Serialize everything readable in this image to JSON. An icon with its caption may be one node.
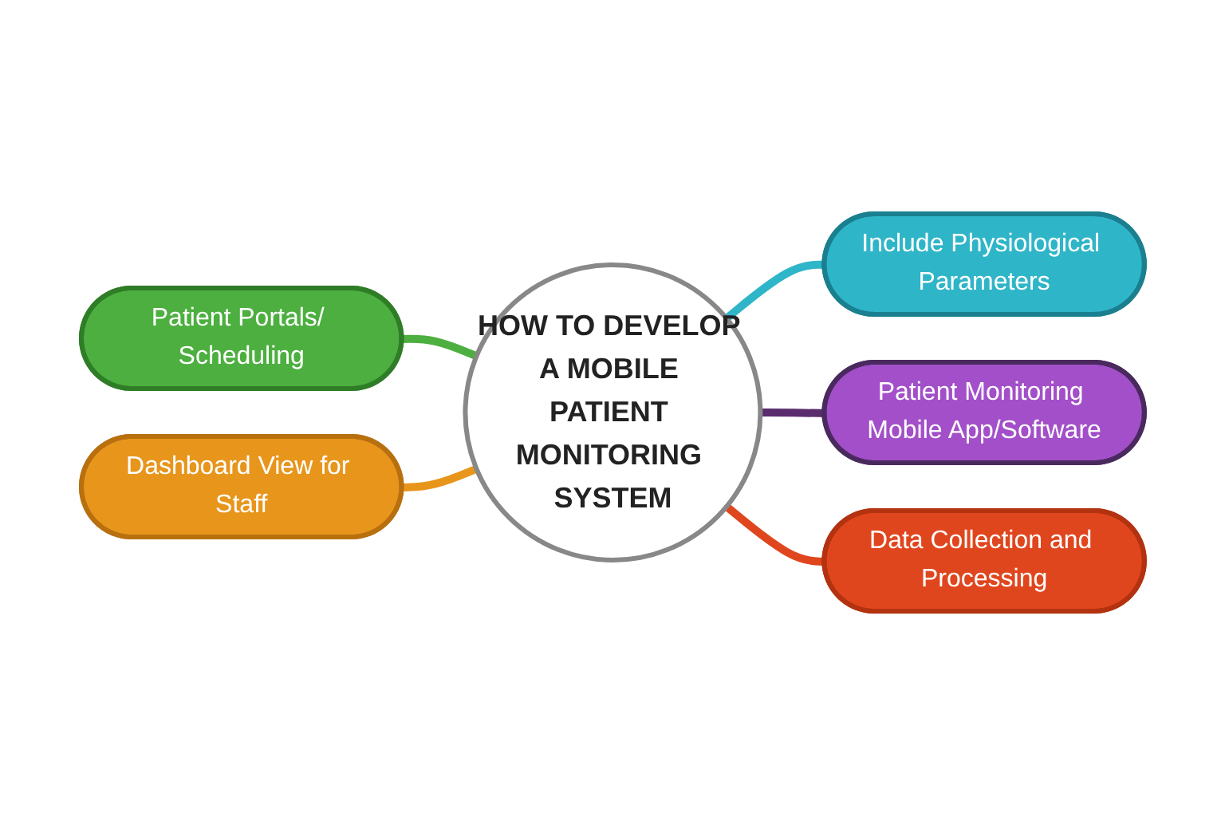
{
  "diagram": {
    "nodes": [
      {
        "text": [
          "HOW TO DEVELOP A MOBILE PATIENT MONITORING SYSTEM"
        ]
      },
      {
        "text": [
          "Include Physiological Parameters"
        ]
      },
      {
        "text": [
          "Patient Portals/ Scheduling"
        ]
      },
      {
        "text": [
          "Patient Monitoring Mobile App/Software"
        ]
      },
      {
        "text": [
          "Dashboard View for Staff"
        ]
      },
      {
        "text": [
          "Data Collection and Processing"
        ]
      }
    ],
    "edges": [
      {
        "from": 2,
        "to": 0,
        "arrow": "none",
        "color": "#4caf3f"
      },
      {
        "from": 4,
        "to": 0,
        "arrow": "none",
        "color": "#e8951c"
      },
      {
        "from": 0,
        "to": 1,
        "arrow": "none",
        "color": "#2fb5c8"
      },
      {
        "from": 0,
        "to": 3,
        "arrow": "none",
        "color": "#5a2d6e"
      },
      {
        "from": 0,
        "to": 5,
        "arrow": "none",
        "color": "#e0461e"
      }
    ]
  }
}
